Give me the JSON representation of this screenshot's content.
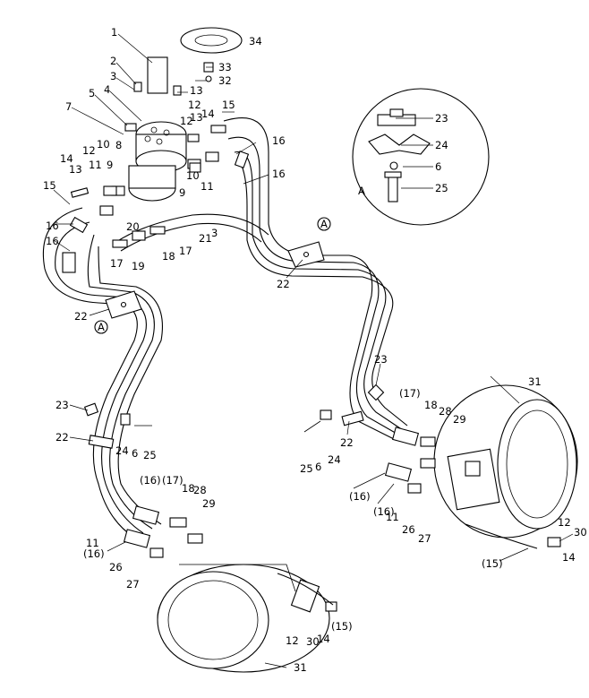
{
  "callouts": [
    {
      "id": "c1",
      "text": "1"
    },
    {
      "id": "c2",
      "text": "2"
    },
    {
      "id": "c3a",
      "text": "3"
    },
    {
      "id": "c4",
      "text": "4"
    },
    {
      "id": "c5",
      "text": "5"
    },
    {
      "id": "c7",
      "text": "7"
    },
    {
      "id": "c8",
      "text": "8"
    },
    {
      "id": "c9a",
      "text": "9"
    },
    {
      "id": "c9b",
      "text": "9"
    },
    {
      "id": "c10a",
      "text": "10"
    },
    {
      "id": "c10b",
      "text": "10"
    },
    {
      "id": "c11a",
      "text": "11"
    },
    {
      "id": "c11b",
      "text": "11"
    },
    {
      "id": "c11c",
      "text": "11"
    },
    {
      "id": "c11d",
      "text": "11"
    },
    {
      "id": "c12a",
      "text": "12"
    },
    {
      "id": "c12b",
      "text": "12"
    },
    {
      "id": "c12c",
      "text": "12"
    },
    {
      "id": "c12d",
      "text": "12"
    },
    {
      "id": "c12e",
      "text": "12"
    },
    {
      "id": "c13a",
      "text": "13"
    },
    {
      "id": "c13b",
      "text": "13"
    },
    {
      "id": "c13c",
      "text": "13"
    },
    {
      "id": "c14a",
      "text": "14"
    },
    {
      "id": "c14b",
      "text": "14"
    },
    {
      "id": "c14c",
      "text": "14"
    },
    {
      "id": "c14d",
      "text": "14"
    },
    {
      "id": "c15a",
      "text": "15"
    },
    {
      "id": "c15b",
      "text": "15"
    },
    {
      "id": "c15c",
      "text": "(15)"
    },
    {
      "id": "c15d",
      "text": "(15)"
    },
    {
      "id": "c16a",
      "text": "16"
    },
    {
      "id": "c16b",
      "text": "16"
    },
    {
      "id": "c16c",
      "text": "16"
    },
    {
      "id": "c16d",
      "text": "16"
    },
    {
      "id": "c16e",
      "text": "(16)"
    },
    {
      "id": "c16f",
      "text": "(16)"
    },
    {
      "id": "c16g",
      "text": "(16)"
    },
    {
      "id": "c16h",
      "text": "(16)"
    },
    {
      "id": "c17a",
      "text": "17"
    },
    {
      "id": "c17b",
      "text": "17"
    },
    {
      "id": "c17c",
      "text": "(17)"
    },
    {
      "id": "c17d",
      "text": "(17)"
    },
    {
      "id": "c18a",
      "text": "18"
    },
    {
      "id": "c18b",
      "text": "18"
    },
    {
      "id": "c18c",
      "text": "18"
    },
    {
      "id": "c19",
      "text": "19"
    },
    {
      "id": "c20",
      "text": "20"
    },
    {
      "id": "c21",
      "text": "21"
    },
    {
      "id": "c3b",
      "text": "3"
    },
    {
      "id": "c22a",
      "text": "22"
    },
    {
      "id": "c22b",
      "text": "22"
    },
    {
      "id": "c22c",
      "text": "22"
    },
    {
      "id": "c22d",
      "text": "22"
    },
    {
      "id": "c23a",
      "text": "23"
    },
    {
      "id": "c23b",
      "text": "23"
    },
    {
      "id": "c23c",
      "text": "23"
    },
    {
      "id": "c24a",
      "text": "24"
    },
    {
      "id": "c24b",
      "text": "24"
    },
    {
      "id": "c24c",
      "text": "24"
    },
    {
      "id": "c25a",
      "text": "25"
    },
    {
      "id": "c25b",
      "text": "25"
    },
    {
      "id": "c25c",
      "text": "25"
    },
    {
      "id": "c6a",
      "text": "6"
    },
    {
      "id": "c6b",
      "text": "6"
    },
    {
      "id": "c6c",
      "text": "6"
    },
    {
      "id": "c26a",
      "text": "26"
    },
    {
      "id": "c26b",
      "text": "26"
    },
    {
      "id": "c27a",
      "text": "27"
    },
    {
      "id": "c27b",
      "text": "27"
    },
    {
      "id": "c28a",
      "text": "28"
    },
    {
      "id": "c28b",
      "text": "28"
    },
    {
      "id": "c29a",
      "text": "29"
    },
    {
      "id": "c29b",
      "text": "29"
    },
    {
      "id": "c30a",
      "text": "30"
    },
    {
      "id": "c30b",
      "text": "30"
    },
    {
      "id": "c31a",
      "text": "31"
    },
    {
      "id": "c31b",
      "text": "31"
    },
    {
      "id": "c32",
      "text": "32"
    },
    {
      "id": "c33",
      "text": "33"
    },
    {
      "id": "c34",
      "text": "34"
    },
    {
      "id": "cA",
      "text": "A"
    },
    {
      "id": "cAm1",
      "text": "A"
    },
    {
      "id": "cAm2",
      "text": "A"
    }
  ]
}
